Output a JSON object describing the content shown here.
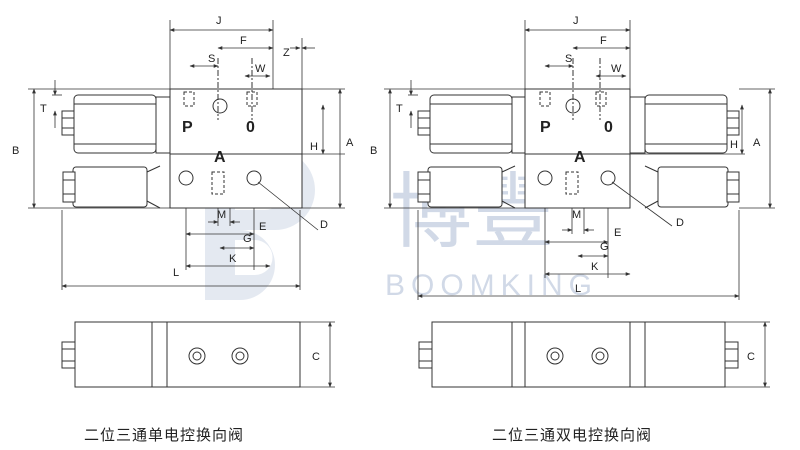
{
  "diagram": {
    "dimension_letters": {
      "J": "J",
      "F": "F",
      "S": "S",
      "W": "W",
      "Z": "Z",
      "T": "T",
      "B": "B",
      "H": "H",
      "A": "A",
      "D": "D",
      "M": "M",
      "G": "G",
      "E": "E",
      "K": "K",
      "L": "L",
      "C": "C"
    },
    "port_labels": {
      "P": "P",
      "O": "0",
      "A": "A"
    },
    "watermark": {
      "brand_cn": "博豐",
      "brand_en": "BOOMKING",
      "color": "#c9d3e3"
    },
    "captions": {
      "left": "二位三通单电控换向阀",
      "right": "二位三通双电控换向阀"
    },
    "colors": {
      "line": "#333333",
      "text": "#222222"
    }
  }
}
